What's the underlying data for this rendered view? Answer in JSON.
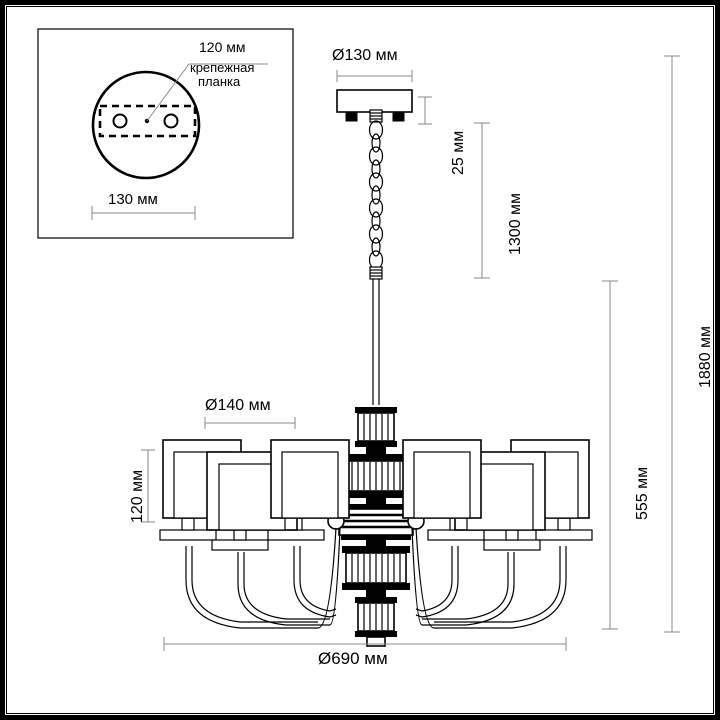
{
  "drawing": {
    "title": "chandelier-technical-drawing",
    "units": "мм",
    "background_color": "#ffffff",
    "line_color": "#000000",
    "dimension_line_color": "#808080"
  },
  "inset": {
    "name": "ceiling-mount-detail",
    "callout_label": "120 мм",
    "callout_note_line1": "крепежная",
    "callout_note_line2": "планка",
    "bottom_dimension": "130 мм",
    "hole_count": 2
  },
  "dimensions": {
    "canopy_diameter": "Ø130 мм",
    "canopy_height": "25 мм",
    "chain_length": "1300 мм",
    "total_height": "1880 мм",
    "body_height": "555 мм",
    "shade_width": "Ø140 мм",
    "shade_height": "120 мм",
    "overall_diameter": "Ø690 мм"
  },
  "fixture": {
    "type": "chandelier",
    "arm_count": 6,
    "shade_shape": "square"
  }
}
